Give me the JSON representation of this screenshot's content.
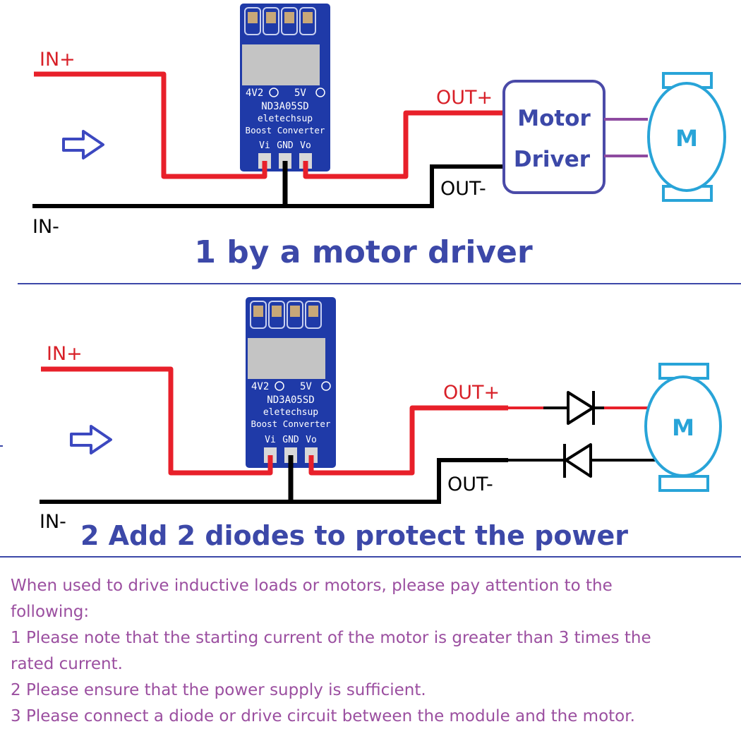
{
  "colors": {
    "positive_wire": "#e8202a",
    "negative_wire": "#000000",
    "title": "#3c48a8",
    "driver_box": "#4a4aa8",
    "motor": "#28a4d8",
    "motor_leads": "#8e4aa0",
    "notes_text": "#9b4fa0",
    "pcb": "#1f3aa8"
  },
  "module": {
    "jumper_left": "4V2",
    "jumper_right": "5V",
    "model": "ND3A05SD",
    "brand": "eletechsup",
    "type": "Boost Converter",
    "pins": [
      "Vi",
      "GND",
      "Vo"
    ]
  },
  "diagram1": {
    "in_plus": "IN+",
    "in_minus": "IN-",
    "out_plus": "OUT+",
    "out_minus": "OUT-",
    "driver_line1": "Motor",
    "driver_line2": "Driver",
    "motor_label": "M",
    "title": "1 by a motor driver"
  },
  "diagram2": {
    "in_plus": "IN+",
    "in_minus": "IN-",
    "out_plus": "OUT+",
    "out_minus": "OUT-",
    "motor_label": "M",
    "title": "2 Add 2 diodes to protect the power"
  },
  "notes": [
    "When used to drive inductive loads or motors, please pay attention to the",
    "following:",
    "1 Please note that the starting current of the motor is greater than 3 times the",
    "rated current.",
    "2 Please ensure that the power supply is sufficient.",
    "3 Please connect a diode or drive circuit between the module and the motor."
  ]
}
